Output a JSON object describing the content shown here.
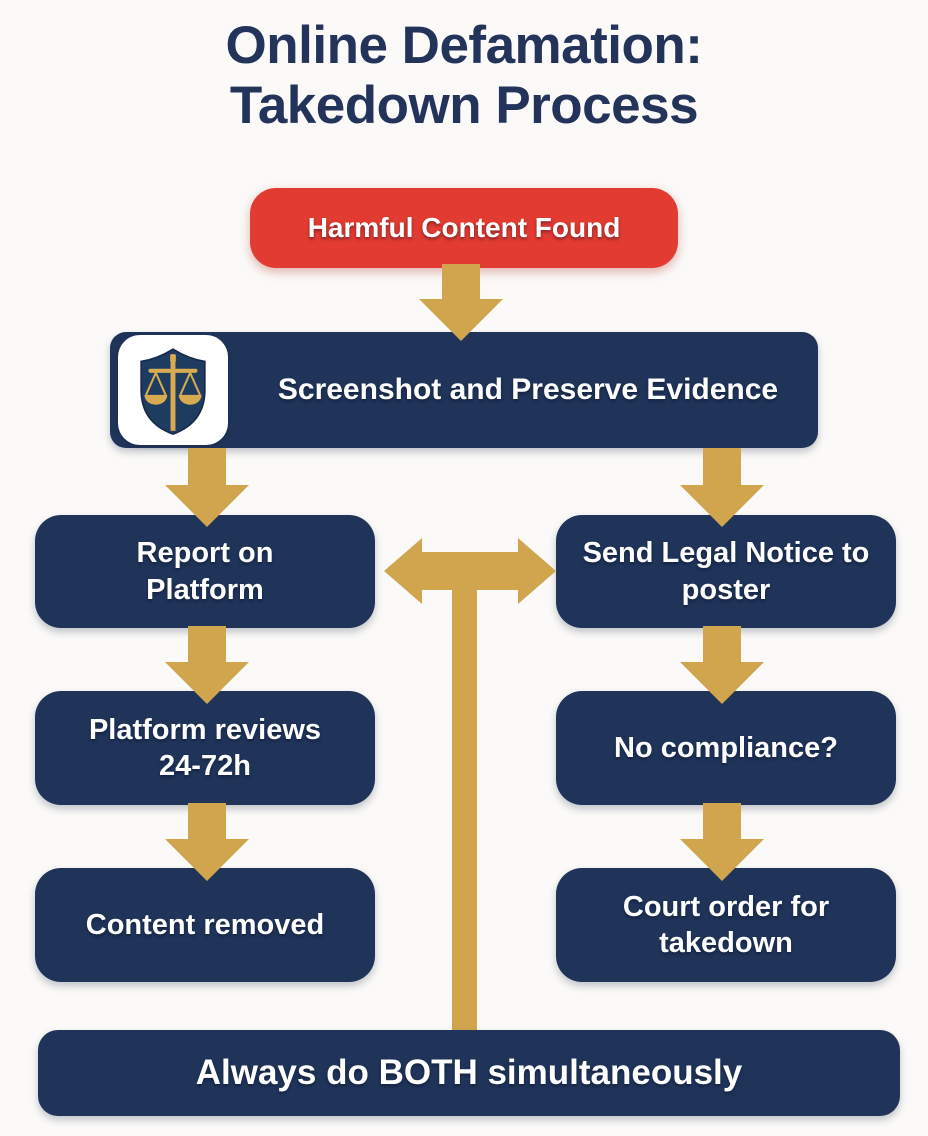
{
  "title": {
    "line1": "Online Defamation:",
    "line2": "Takedown Process"
  },
  "flow": {
    "start": "Harmful Content Found",
    "evidence": "Screenshot and Preserve Evidence",
    "evidence_icon": "justice-scales-shield-icon",
    "left_branch": [
      "Report on Platform",
      "Platform reviews 24-72h",
      "Content removed"
    ],
    "right_branch": [
      "Send Legal Notice to poster",
      "No compliance?",
      "Court order for takedown"
    ],
    "footer_prefix": "Always do ",
    "footer_emphasis": "BOTH",
    "footer_suffix": " simultaneously"
  },
  "colors": {
    "navy": "#20345a",
    "gold": "#d1a54d",
    "red": "#e23b31",
    "background": "#fbfaf8",
    "ink": "#24335a"
  }
}
